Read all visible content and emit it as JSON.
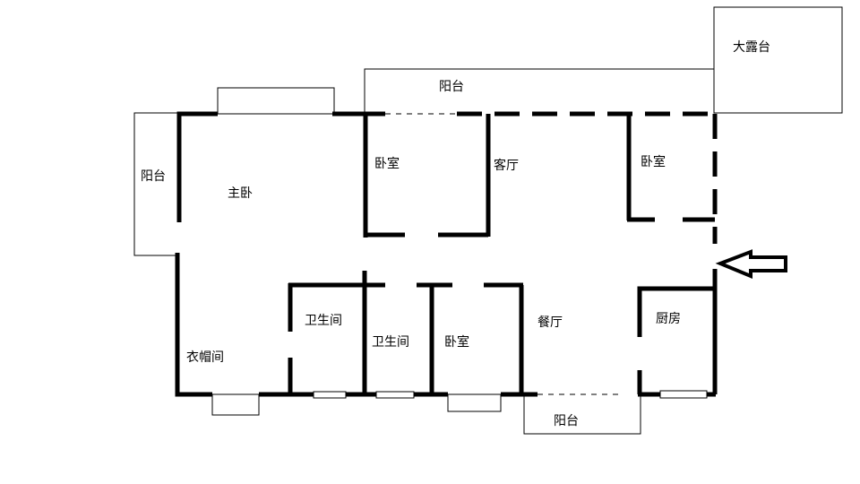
{
  "rooms": {
    "big_terrace": "大露台",
    "balcony_top": "阳台",
    "balcony_left": "阳台",
    "balcony_bottom": "阳台",
    "master_bedroom": "主卧",
    "bedroom_1": "卧室",
    "living_room": "客厅",
    "bedroom_2": "卧室",
    "bathroom_1": "卫生间",
    "bathroom_2": "卫生间",
    "bedroom_3": "卧室",
    "dining_room": "餐厅",
    "kitchen": "厨房",
    "cloakroom": "衣帽间"
  }
}
